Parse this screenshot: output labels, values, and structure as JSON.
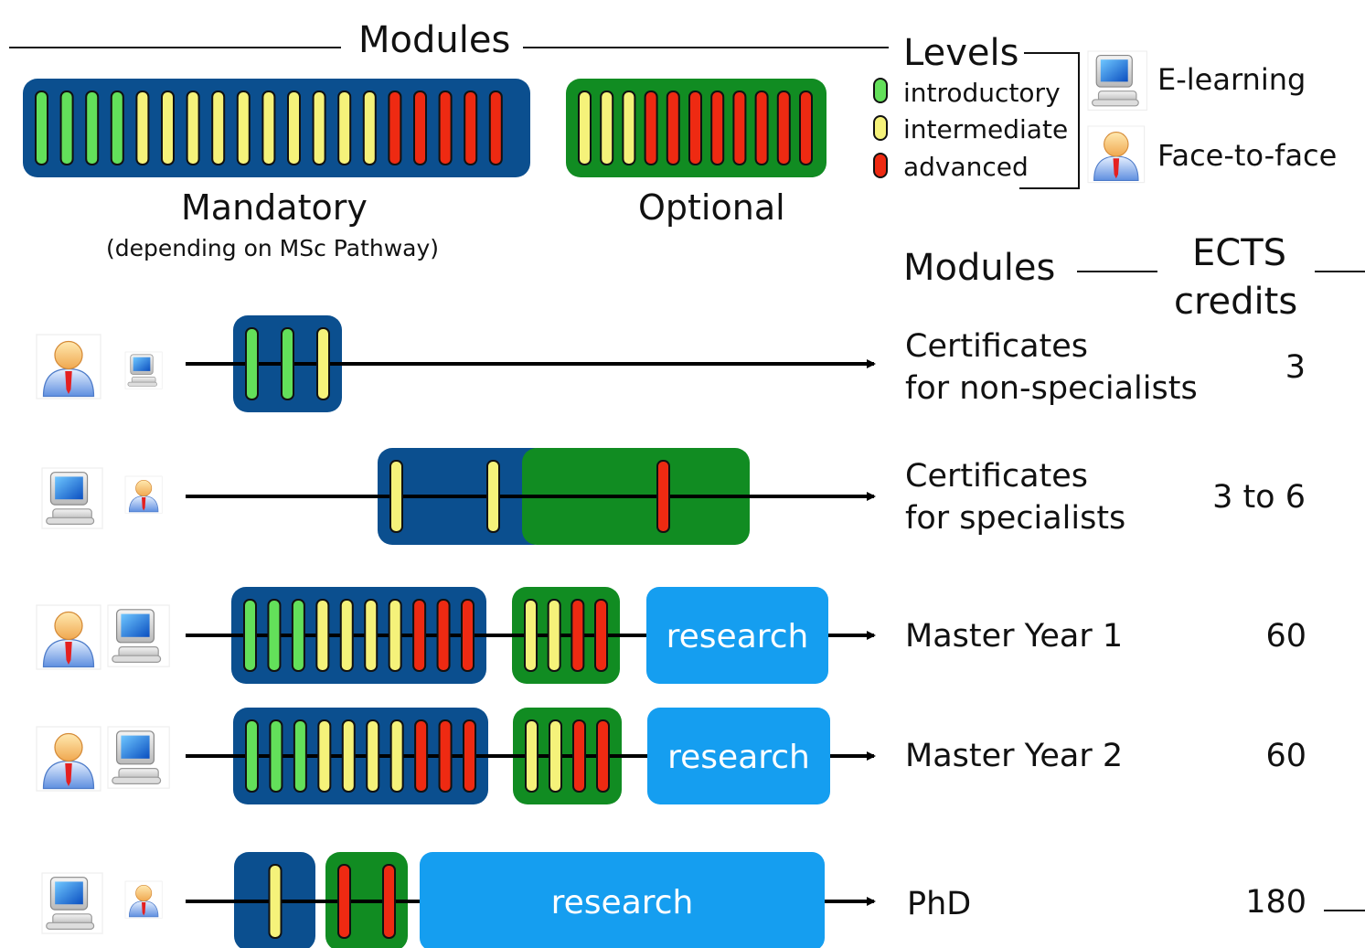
{
  "header": {
    "modules_title": "Modules",
    "mandatory_label": "Mandatory",
    "mandatory_note": "(depending on MSc Pathway)",
    "optional_label": "Optional"
  },
  "levels": {
    "title": "Levels",
    "items": [
      {
        "label": "introductory",
        "color": "#63e05a"
      },
      {
        "label": "intermediate",
        "color": "#f5f27a"
      },
      {
        "label": "advanced",
        "color": "#ee2a12"
      }
    ]
  },
  "delivery": {
    "elearning_label": "E-learning",
    "elearning_icon": "computer-icon",
    "face_label": "Face-to-face",
    "face_icon": "person-icon"
  },
  "table": {
    "modules_header": "Modules",
    "ects_header_line1": "ECTS",
    "ects_header_line2": "credits"
  },
  "colors": {
    "mandatory_block": "#0b4f8f",
    "optional_block": "#118c22",
    "research_block": "#159ef0",
    "introductory": "#63e05a",
    "intermediate": "#f5f27a",
    "advanced": "#ee2a12"
  },
  "legend_mandatory_bars": [
    "introductory",
    "introductory",
    "introductory",
    "introductory",
    "intermediate",
    "intermediate",
    "intermediate",
    "intermediate",
    "intermediate",
    "intermediate",
    "intermediate",
    "intermediate",
    "intermediate",
    "intermediate",
    "advanced",
    "advanced",
    "advanced",
    "advanced",
    "advanced"
  ],
  "legend_optional_bars": [
    "intermediate",
    "intermediate",
    "intermediate",
    "advanced",
    "advanced",
    "advanced",
    "advanced",
    "advanced",
    "advanced",
    "advanced",
    "advanced"
  ],
  "pathways": [
    {
      "label_line1": "Certificates",
      "label_line2": "for non-specialists",
      "ects": "3",
      "delivery_primary": "face-to-face",
      "mandatory_bars": [
        "introductory",
        "introductory",
        "intermediate"
      ],
      "optional_bars": [],
      "research_label": ""
    },
    {
      "label_line1": "Certificates",
      "label_line2": "for specialists",
      "ects": "3 to 6",
      "delivery_primary": "e-learning",
      "mandatory_bars": [
        "intermediate",
        "intermediate"
      ],
      "optional_bars": [
        "advanced"
      ],
      "research_label": ""
    },
    {
      "label_line1": "Master Year 1",
      "label_line2": "",
      "ects": "60",
      "delivery_primary": "both",
      "mandatory_bars": [
        "introductory",
        "introductory",
        "introductory",
        "intermediate",
        "intermediate",
        "intermediate",
        "intermediate",
        "advanced",
        "advanced",
        "advanced"
      ],
      "optional_bars": [
        "intermediate",
        "intermediate",
        "advanced",
        "advanced"
      ],
      "research_label": "research"
    },
    {
      "label_line1": "Master Year 2",
      "label_line2": "",
      "ects": "60",
      "delivery_primary": "both",
      "mandatory_bars": [
        "introductory",
        "introductory",
        "introductory",
        "intermediate",
        "intermediate",
        "intermediate",
        "intermediate",
        "advanced",
        "advanced",
        "advanced"
      ],
      "optional_bars": [
        "intermediate",
        "intermediate",
        "advanced",
        "advanced"
      ],
      "research_label": "research"
    },
    {
      "label_line1": "PhD",
      "label_line2": "",
      "ects": "180",
      "delivery_primary": "e-learning",
      "mandatory_bars": [
        "intermediate"
      ],
      "optional_bars": [
        "advanced",
        "advanced"
      ],
      "research_label": "research"
    }
  ]
}
